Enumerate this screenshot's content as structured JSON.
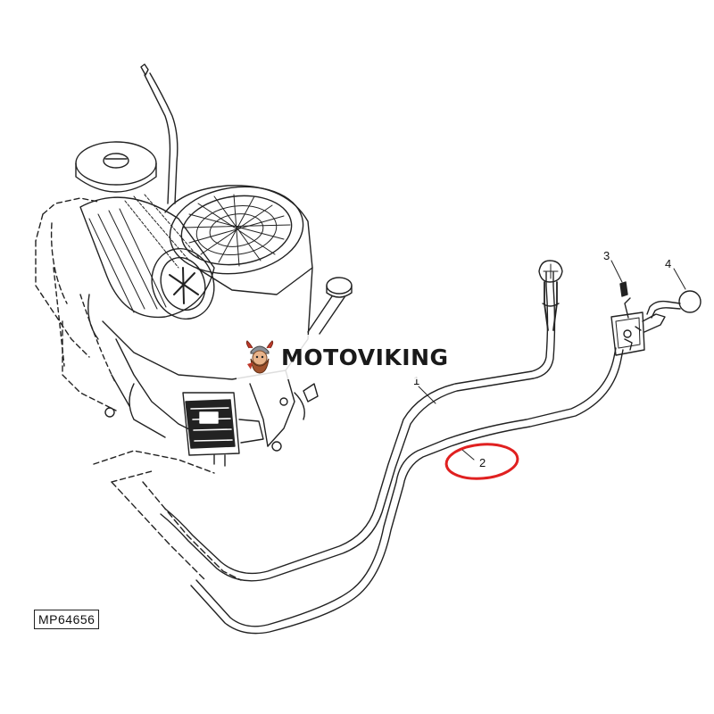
{
  "figure": {
    "code": "MP64656",
    "callouts": [
      "1",
      "2",
      "3",
      "4"
    ],
    "highlight_color": "#e02020"
  },
  "watermark": {
    "text": "MOTOVIKING"
  }
}
